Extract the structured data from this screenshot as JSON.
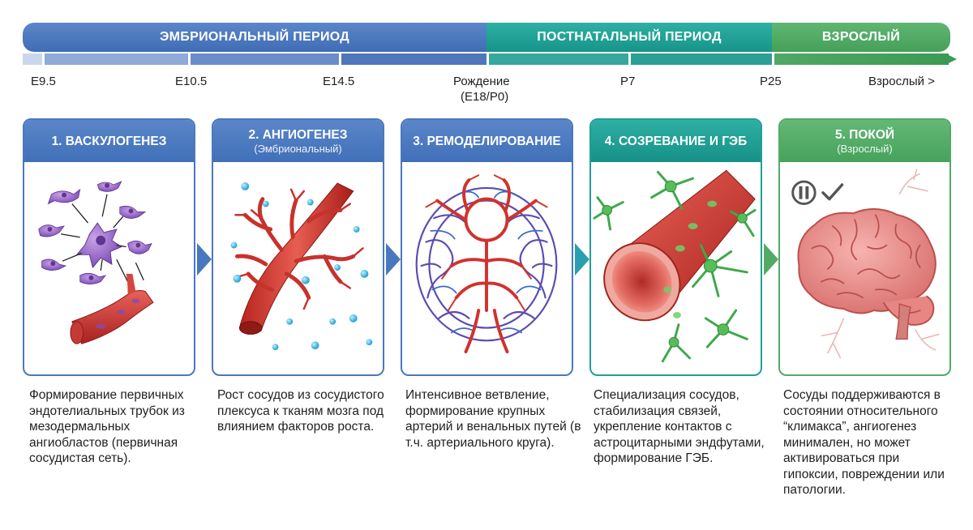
{
  "timeline": {
    "phases": [
      {
        "label": "ЭМБРИОНАЛЬНЫЙ ПЕРИОД",
        "color": "#4a78bf"
      },
      {
        "label": "ПОСТНАТАЛЬНЫЙ ПЕРИОД",
        "color": "#1fa196"
      },
      {
        "label": "ВЗРОСЛЫЙ",
        "color": "#52aa65"
      }
    ],
    "markers": [
      "E9.5",
      "E10.5",
      "E14.5",
      "Рождение",
      "(E18/P0)",
      "P7",
      "P25",
      "Взрослый >"
    ]
  },
  "stages": [
    {
      "title": "1. ВАСКУЛОГЕНЕЗ",
      "subtitle": "",
      "color": "#4a78bf",
      "description": "Формирование первичных эндотелиальных трубок из мезодермальных ангиобластов (первичная сосудистая сеть)."
    },
    {
      "title": "2. АНГИОГЕНЕЗ",
      "subtitle": "(Эмбриональный)",
      "color": "#4a78bf",
      "description": "Рост сосудов из сосудистого плексуса к тканям мозга под влиянием факторов роста."
    },
    {
      "title": "3. РЕМОДЕЛИРОВАНИЕ",
      "subtitle": "",
      "color": "#4a78bf",
      "description": "Интенсивное ветвление, формирование крупных артерий и венальных путей (в т.ч. артериального круга)."
    },
    {
      "title": "4. СОЗРЕВАНИЕ И ГЭБ",
      "subtitle": "",
      "color": "#1fa196",
      "description": "Специализация сосудов, стабилизация связей, укрепление контактов с астроцитарными эндфутами, формирование ГЭБ."
    },
    {
      "title": "5. ПОКОЙ",
      "subtitle": "(Взрослый)",
      "color": "#52aa65",
      "description": "Сосуды поддерживаются в состоянии относительного “климакса”, ангиогенез минимален, но может активироваться при гипоксии, повреждении или патологии."
    }
  ],
  "icons": [
    "pause-icon",
    "checkmark-icon",
    "arrow-right-icon"
  ]
}
